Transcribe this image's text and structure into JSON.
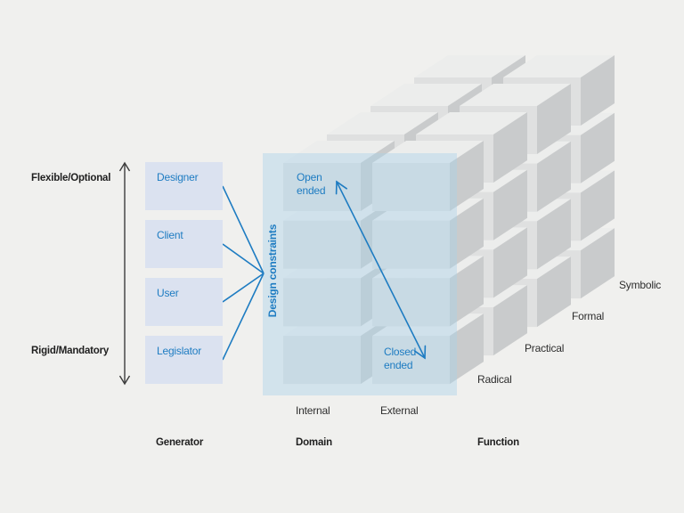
{
  "palette": {
    "bg": "#f0f0ee",
    "accent": "#1e7cc2",
    "box_fill": "#dbe2f0",
    "cube_front": "#dfe0e0",
    "cube_top": "#ecedec",
    "cube_right": "#c9cbcc",
    "overlay": "rgba(170,209,233,0.42)",
    "ink": "#1f1f1f",
    "ink_soft": "#2e2e2e",
    "arrow_dark": "#3c3c3c"
  },
  "left_axis": {
    "top_label": "Flexible/Optional",
    "bottom_label": "Rigid/Mandatory"
  },
  "generator": {
    "title": "Generator",
    "items": [
      "Designer",
      "Client",
      "User",
      "Legislator"
    ]
  },
  "domain": {
    "title": "Domain",
    "constraints_label": "Design constraints",
    "open_label": "Open ended",
    "closed_label": "Closed ended",
    "items": [
      "Internal",
      "External"
    ]
  },
  "function": {
    "title": "Function",
    "items": [
      "Radical",
      "Practical",
      "Formal",
      "Symbolic"
    ]
  }
}
